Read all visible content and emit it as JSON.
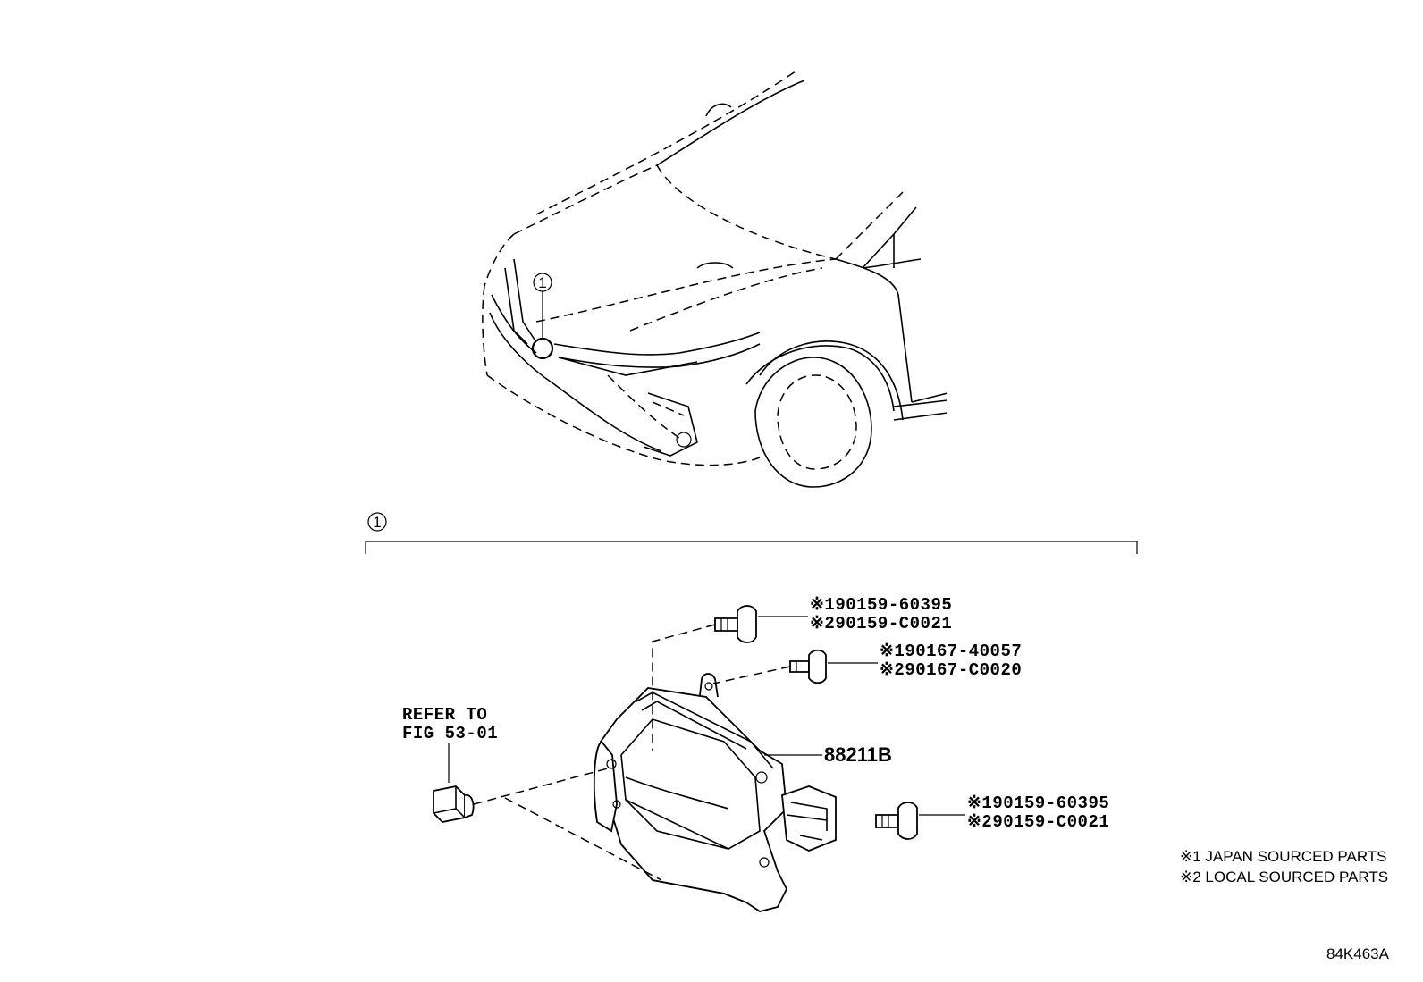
{
  "callout_marker": "1",
  "parts": {
    "bolt_top": {
      "line1": "※190159-60395",
      "line2": "※290159-C0021"
    },
    "bolt_mid": {
      "line1": "※190167-40057",
      "line2": "※290167-C0020"
    },
    "bolt_bottom": {
      "line1": "※190159-60395",
      "line2": "※290159-C0021"
    },
    "sensor": "88211B",
    "clip_ref": {
      "line1": "REFER TO",
      "line2": "FIG 53-01"
    }
  },
  "legend": {
    "note1": "※1 JAPAN SOURCED PARTS",
    "note2": "※2 LOCAL SOURCED PARTS"
  },
  "figure_code": "84K463A"
}
